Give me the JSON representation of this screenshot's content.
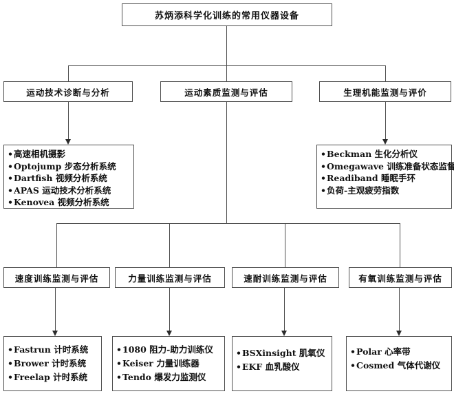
{
  "diagram": {
    "title": "苏炳添科学化训练的常用仪器设备"
  },
  "level2": {
    "technique": "运动技术诊断与分析",
    "fitness": "运动素质监测与评估",
    "physiology": "生理机能监测与评价"
  },
  "technique_equipment": [
    "高速相机摄影",
    "Optojump 步态分析系统",
    "Dartfish 视频分析系统",
    "APAS 运动技术分析系统",
    "Kenovea 视频分析系统"
  ],
  "physiology_equipment": [
    "Beckman 生化分析仪",
    "Omegawave 训练准备状态监督仪",
    "Readiband 睡眠手环",
    "负荷-主观疲劳指数"
  ],
  "fitness_categories": {
    "speed": "速度训练监测与评估",
    "strength": "力量训练监测与评估",
    "speed_endurance": "速耐训练监测与评估",
    "aerobic": "有氧训练监测与评估"
  },
  "speed_equipment": [
    "Fastrun 计时系统",
    "Brower 计时系统",
    "Freelap 计时系统"
  ],
  "strength_equipment": [
    "1080 阻力-助力训练仪",
    "Keiser 力量训练器",
    "Tendo 爆发力监测仪"
  ],
  "speed_endurance_equipment": [
    "BSXinsight 肌氧仪",
    "EKF 血乳酸仪"
  ],
  "aerobic_equipment": [
    "Polar 心率带",
    "Cosmed 气体代谢仪"
  ],
  "colors": {
    "line": "#4d4d4d",
    "text": "#111111",
    "background": "#ffffff"
  }
}
